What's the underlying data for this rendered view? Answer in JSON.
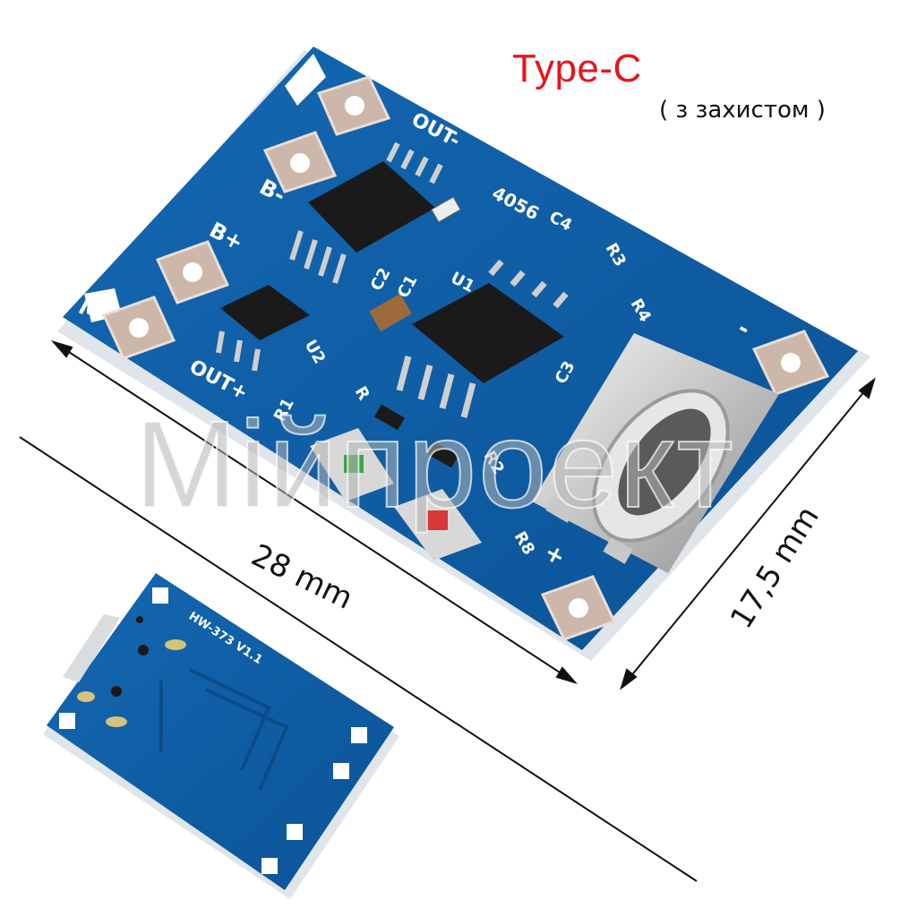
{
  "header": {
    "title": "Type-C",
    "subtitle": "( з захистом )"
  },
  "dimensions": {
    "length": "28 mm",
    "width": "17,5 mm"
  },
  "watermark": "Мійпроект",
  "board_top": {
    "labels": {
      "out_minus": "OUT-",
      "b_minus": "B-",
      "b_plus": "B+",
      "out_plus": "OUT+",
      "m": "M",
      "chip": "4056",
      "u1": "U1",
      "u2": "U2",
      "c1": "C1",
      "c2": "C2",
      "c3": "C3",
      "c4": "C4",
      "r1": "R1",
      "r2": "R2",
      "r3": "R3",
      "r4": "R4",
      "r8": "R8",
      "r": "R",
      "minus": "-",
      "plus": "+"
    }
  },
  "board_bottom": {
    "silk": "HW-373 V1.1"
  },
  "colors": {
    "pcb": "#0d5fa8",
    "pcb_dark": "#08457d",
    "pad": "#c9b5a8",
    "title": "#e8141c",
    "silk": "#ffffff"
  }
}
